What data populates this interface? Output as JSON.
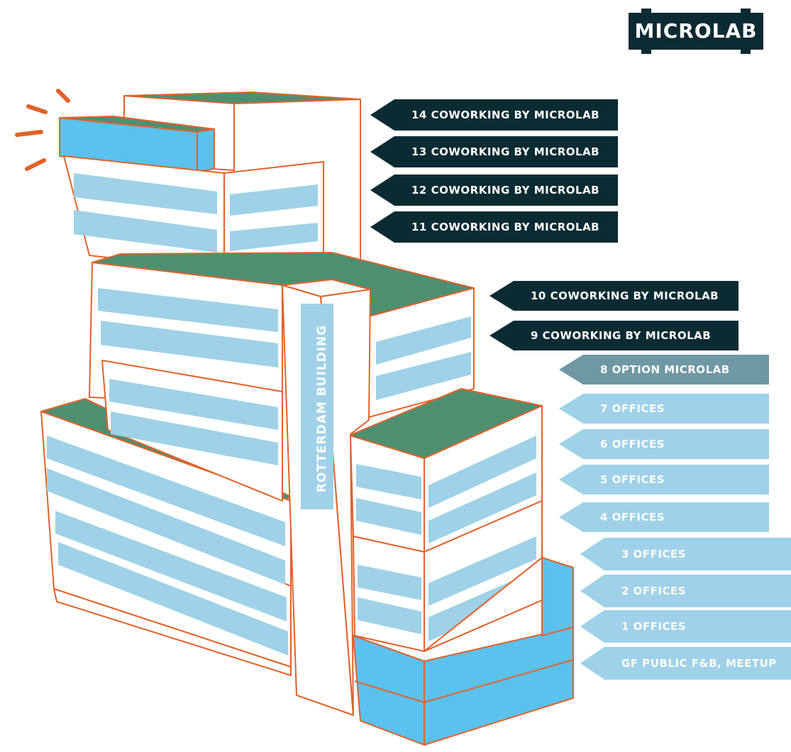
{
  "brand": {
    "logo_text": "MICROLAB",
    "color": "#0b2b33"
  },
  "building": {
    "name": "ROTTERDAM BUILDING"
  },
  "colors": {
    "dark_label": "#0b2b33",
    "option_label": "#6e98a3",
    "light_label": "#9fd1e8",
    "roof_green": "#4e8f72",
    "glass_blue": "#5bc1ee",
    "window_blue": "#9fd1e8",
    "outline_orange": "#e0622a"
  },
  "floors": [
    {
      "label": "14  COWORKING BY MICROLAB",
      "style": "dark"
    },
    {
      "label": "13  COWORKING BY MICROLAB",
      "style": "dark"
    },
    {
      "label": "12  COWORKING BY MICROLAB",
      "style": "dark"
    },
    {
      "label": "11  COWORKING BY MICROLAB",
      "style": "dark"
    },
    {
      "label": "10  COWORKING BY MICROLAB",
      "style": "dark"
    },
    {
      "label": "9  COWORKING BY MICROLAB",
      "style": "dark"
    },
    {
      "label": "8  OPTION MICROLAB",
      "style": "option"
    },
    {
      "label": "7  OFFICES",
      "style": "light"
    },
    {
      "label": "6  OFFICES",
      "style": "light"
    },
    {
      "label": "5  OFFICES",
      "style": "light"
    },
    {
      "label": "4  OFFICES",
      "style": "light"
    },
    {
      "label": "3  OFFICES",
      "style": "light"
    },
    {
      "label": "2  OFFICES",
      "style": "light"
    },
    {
      "label": "1  OFFICES",
      "style": "light"
    },
    {
      "label": "GF PUBLIC F&B, MEETUP",
      "style": "light"
    }
  ]
}
